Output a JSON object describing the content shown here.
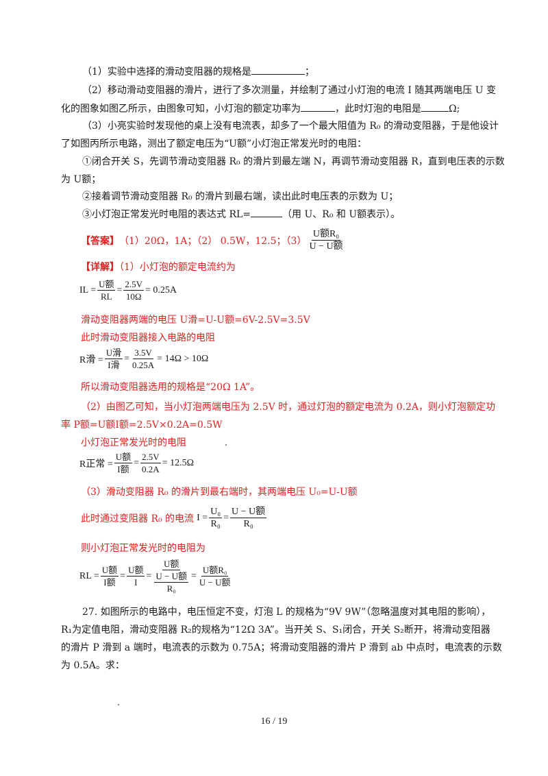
{
  "q1": {
    "l1": "（1）实验中选择的滑动变阻器的规格是",
    "l1_end": "；",
    "l2a": "（2）移动滑动变阻器的滑片，进行了多次测量，并绘制了通过小灯泡的电流 I 随其两端电压 U 变",
    "l2b": "化的图象如图乙所示，由图象可知，小灯泡的额定功率为",
    "l2b_mid": "，此时灯泡的电阻是",
    "l2b_end": "Ω;",
    "l3a": "（3）小亮实验时发现他的桌上没有电流表，却多了一个最大阻值为 R₀ 的滑动变阻器，于是他设计",
    "l3b": "了如图丙所示电路，测出了额定电压为“U额”小灯泡正常发光时的电阻：",
    "s1a": "①闭合开关 S，先调节滑动变阻器 R₀ 的滑片到最左端 N，再调节滑动变阻器 R，直到电压表的示数",
    "s1b": "为 U额；",
    "s2": "②接着调节滑动变阻器 R₀ 的滑片到最右端，读出此时电压表的示数为 U；",
    "s3a": "③小灯泡正常发光时电阻的表达式 RL=",
    "s3b": "（用 U、R₀ 和 U额表示）。"
  },
  "answer": {
    "label": "【答案】",
    "text": "（1）20Ω，1A；（2） 0.5W，12.5；（3）",
    "frac_num": "U额R₀",
    "frac_den": "U − U额"
  },
  "detail": {
    "label": "【详解】",
    "d1": "（1）小灯泡的额定电流约为",
    "eq1": {
      "lhs": "IL =",
      "n1": "U额",
      "d1": "RL",
      "n2": "2.5V",
      "d2": "10Ω",
      "rhs": "= 0.25A"
    },
    "d2": "滑动变阻器两端的电压 U滑=U-U额=6V-2.5V=3.5V",
    "d3": "此时滑动变阻器接入电路的电阻",
    "eq2": {
      "lhs": "R滑 =",
      "n1": "U滑",
      "d1": "I滑",
      "n2": "3.5V",
      "d2": "0.25A",
      "rhs": "= 14Ω > 10Ω"
    },
    "d4": "所以滑动变阻器选用的规格是“20Ω  1A”。",
    "d5a": "（2）由图乙可知，当小灯泡两端电压为 2.5V 时，通过灯泡的额定电流为 0.2A，则小灯泡额定功",
    "d5b": "率 P额=U额I额=2.5V×0.2A=0.5W",
    "d6": "小灯泡正常发光时的电阻",
    "eq3": {
      "lhs": "R正常 =",
      "n1": "U额",
      "d1": "I额",
      "n2": "2.5V",
      "d2": "0.2A",
      "rhs": "= 12.5Ω"
    },
    "d7": "（3）滑动变阻器 R₀ 的滑片到最右端时，其两端电压 U₀=U-U额",
    "d8": "此时通过变阻器 R₀ 的电流",
    "eq4": {
      "lhs": "I =",
      "n1": "U₀",
      "d1": "R₀",
      "n2": "U − U额",
      "d2": "R₀"
    },
    "d9": "则小灯泡正常发光时的电阻为",
    "eq5": {
      "lhs": "RL =",
      "n1": "U额",
      "d1": "I额",
      "n2": "U额",
      "d2": "I",
      "n3": "U额",
      "d3a": "U − U额",
      "d3b": "R₀",
      "n4": "U额R₀",
      "d4": "U − U额"
    }
  },
  "q27": {
    "l1": "27. 如图所示的电路中，电压恒定不变，灯泡 L 的规格为“9V 9W”（忽略温度对其电阻的影响），",
    "l2": "R₁为定值电阻，滑动变阻器 R₂的规格为“12Ω  3A”。当开关 S、S₁闭合，开关 S₂断开，将滑动变阻器",
    "l3": "的滑片 P 滑到 a 端时，电流表的示数为 0.75A；将滑动变阻器的滑片 P 滑到 ab 中点时，电流表的示数",
    "l4": "为 0.5A。求："
  },
  "footer": {
    "page": "16  /  19"
  },
  "colors": {
    "answer_red": "#e02020",
    "text": "#1a1a1a"
  }
}
